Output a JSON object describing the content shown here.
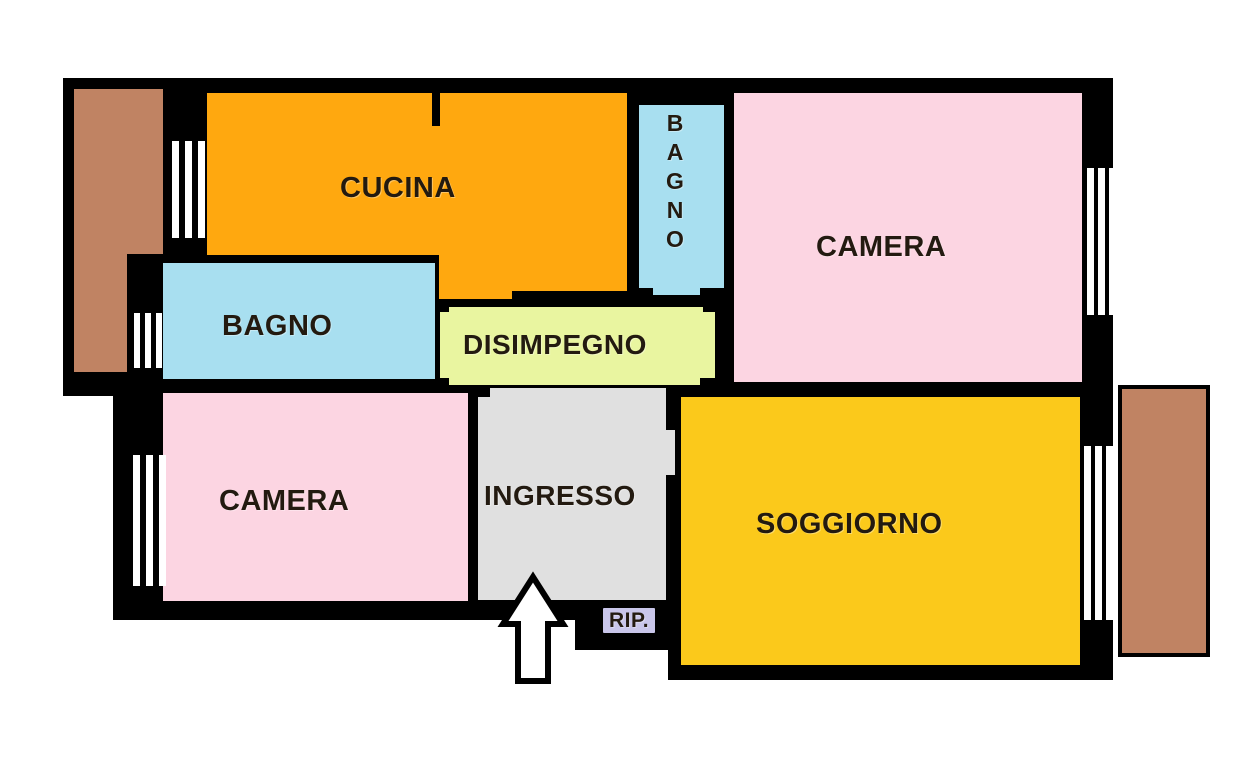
{
  "document": {
    "type": "floor-plan",
    "title": "Planimetria appartamento",
    "language": "it"
  },
  "colors": {
    "wall": "#000000",
    "background": "#ffffff",
    "kitchen_orange": "#ffa80f",
    "bathroom_blue": "#a8dff0",
    "bedroom_pink": "#fcd5e2",
    "hallway_green": "#e9f5a0",
    "entrance_gray": "#e0e0e0",
    "living_yellow": "#fbc91b",
    "balcony_brown": "#c08363",
    "rip_label_bg": "#c9c6ea",
    "window_white": "#ffffff",
    "text": "#231a10"
  },
  "rooms": [
    {
      "id": "cucina",
      "name": "CUCINA",
      "color": "#ffa80f",
      "orientation": "horizontal"
    },
    {
      "id": "bagno-left",
      "name": "BAGNO",
      "color": "#a8dff0",
      "orientation": "horizontal"
    },
    {
      "id": "bagno-top",
      "name": "BAGNO",
      "color": "#a8dff0",
      "orientation": "vertical"
    },
    {
      "id": "disimpegno",
      "name": "DISIMPEGNO",
      "color": "#e9f5a0",
      "orientation": "horizontal"
    },
    {
      "id": "camera-top",
      "name": "CAMERA",
      "color": "#fcd5e2",
      "orientation": "horizontal"
    },
    {
      "id": "camera-bottom",
      "name": "CAMERA",
      "color": "#fcd5e2",
      "orientation": "horizontal"
    },
    {
      "id": "ingresso",
      "name": "INGRESSO",
      "color": "#e0e0e0",
      "orientation": "horizontal"
    },
    {
      "id": "soggiorno",
      "name": "SOGGIORNO",
      "color": "#fbc91b",
      "orientation": "horizontal"
    },
    {
      "id": "ripostiglio",
      "name": "RIP.",
      "color": "#c9c6ea",
      "orientation": "horizontal"
    }
  ],
  "balconies": [
    {
      "id": "balcony-left",
      "name": "Balcone sinistro",
      "color": "#c08363"
    },
    {
      "id": "balcony-right",
      "name": "Balcone destro",
      "color": "#c08363"
    }
  ],
  "markers": [
    {
      "id": "entrance-arrow",
      "name": "Freccia ingresso",
      "direction": "up"
    }
  ],
  "windows_count": 5,
  "labels": {
    "cucina": "CUCINA",
    "bagno_left": "BAGNO",
    "bagno_top": "BAGNO",
    "disimpegno": "DISIMPEGNO",
    "camera_top": "CAMERA",
    "camera_bottom": "CAMERA",
    "ingresso": "INGRESSO",
    "soggiorno": "SOGGIORNO",
    "ripostiglio": "RIP."
  }
}
